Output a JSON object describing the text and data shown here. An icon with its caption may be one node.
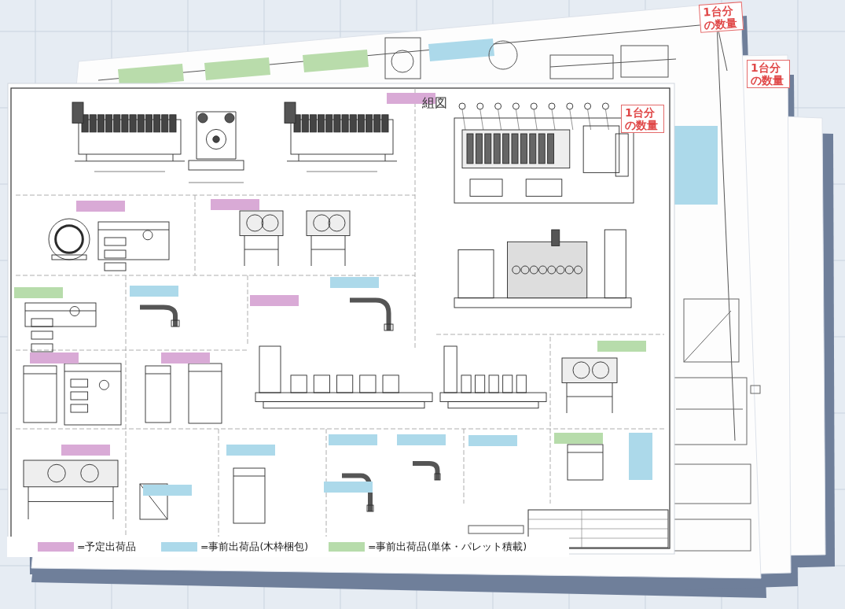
{
  "diagram": {
    "labels": [
      "組図",
      "1台分の数量",
      "1台分の数量",
      "1台分の数量"
    ],
    "legend": [
      {
        "text": "=予定出荷品",
        "color": "#d9aad6"
      },
      {
        "text": "=事前出荷品(木枠梱包)",
        "color": "#acd9ea"
      },
      {
        "text": "=事前出荷品(単体・パレット積載)",
        "color": "#b7dcab"
      }
    ]
  }
}
